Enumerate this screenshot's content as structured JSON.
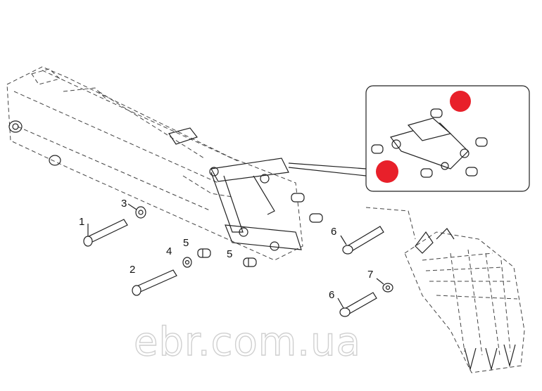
{
  "watermark": "ebr.com.ua",
  "callouts": {
    "c1": "1",
    "c2": "2",
    "c3": "3",
    "c4": "4",
    "c5a": "5",
    "c5b": "5",
    "c6a": "6",
    "c6b": "6",
    "c7": "7"
  },
  "colors": {
    "marker": "#e8202a",
    "line": "#222222"
  }
}
